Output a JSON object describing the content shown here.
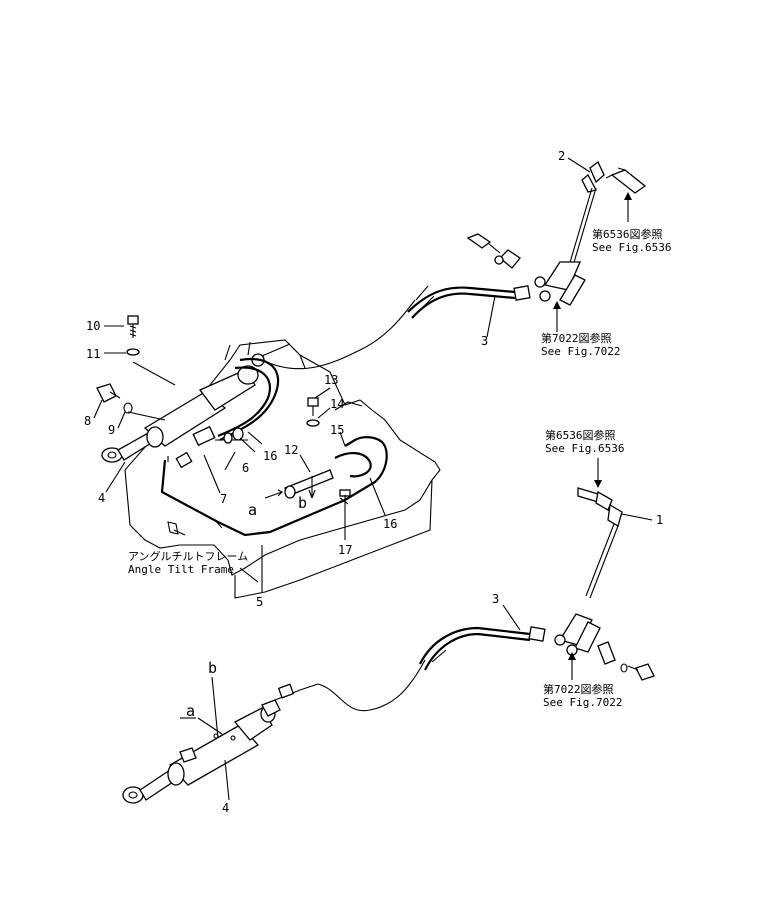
{
  "parts": {
    "p1": "1",
    "p2": "2",
    "p3_top": "3",
    "p3_bottom": "3",
    "p4_top": "4",
    "p4_bottom": "4",
    "p5": "5",
    "p6": "6",
    "p7": "7",
    "p8": "8",
    "p9": "9",
    "p10": "10",
    "p11": "11",
    "p12": "12",
    "p13": "13",
    "p14": "14",
    "p15": "15",
    "p16_a": "16",
    "p16_b": "16",
    "p17": "17"
  },
  "ports": {
    "a_top": "a",
    "b_top": "b",
    "a_bottom": "a",
    "b_bottom": "b"
  },
  "references": {
    "top_right_jp": "第6536図参照",
    "top_right_en": "See Fig.6536",
    "mid_right_jp": "第7022図参照",
    "mid_right_en": "See Fig.7022",
    "lower_right_jp": "第6536図参照",
    "lower_right_en": "See Fig.6536",
    "bottom_right_jp": "第7022図参照",
    "bottom_right_en": "See Fig.7022"
  },
  "frame": {
    "label_jp": "アングルチルトフレーム",
    "label_en": "Angle Tilt Frame"
  }
}
